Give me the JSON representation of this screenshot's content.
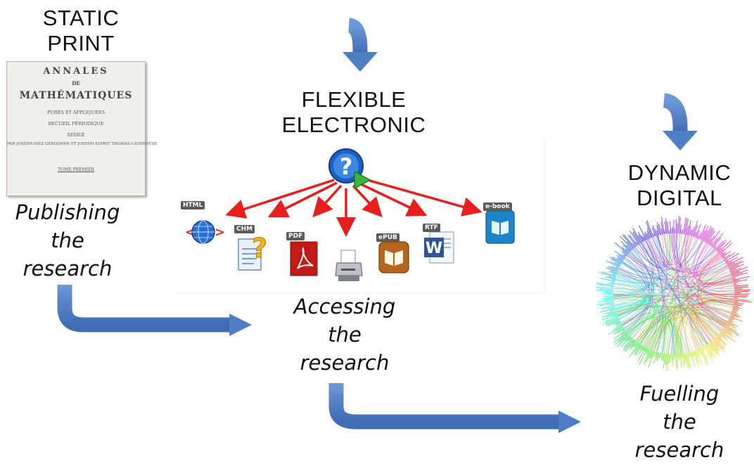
{
  "stages": {
    "static": {
      "heading_line1": "STATIC",
      "heading_line2": "PRINT",
      "caption_line1": "Publishing",
      "caption_line2": "the",
      "caption_line3": "research"
    },
    "flexible": {
      "heading_line1": "FLEXIBLE",
      "heading_line2": "ELECTRONIC",
      "caption_line1": "Accessing",
      "caption_line2": "the",
      "caption_line3": "research"
    },
    "dynamic": {
      "heading_line1": "DYNAMIC",
      "heading_line2": "DIGITAL",
      "caption_line1": "Fuelling",
      "caption_line2": "the",
      "caption_line3": "research"
    }
  },
  "book_cover": {
    "line1": "ANNALES",
    "line2": "DE",
    "line3": "MATHÉMATIQUES",
    "line4": "PURES ET APPLIQUÉES",
    "line5": "RECUEIL PÉRIODIQUE",
    "line6": "RÉDIGÉ",
    "line7": "PAR JOSEPH-DIEZ GERGONNE ET JOSEPH-ESPRIT THOMAS-LAVERNÈDE",
    "line8": "TOME PREMIER"
  },
  "formats": [
    "HTML",
    "CHM",
    "PDF",
    "ePUB",
    "RTF",
    "e-book"
  ],
  "icons": {
    "source": "help-document-icon",
    "html": "globe-icon",
    "chm": "help-file-icon",
    "pdf": "pdf-icon",
    "print": "printer-icon",
    "epub": "book-icon",
    "rtf": "word-icon",
    "ebook": "ebook-icon",
    "digital": "network-circle-graph"
  },
  "colors": {
    "flow_arrow": "#4f7ec2",
    "format_arrow": "#e81e1e"
  }
}
